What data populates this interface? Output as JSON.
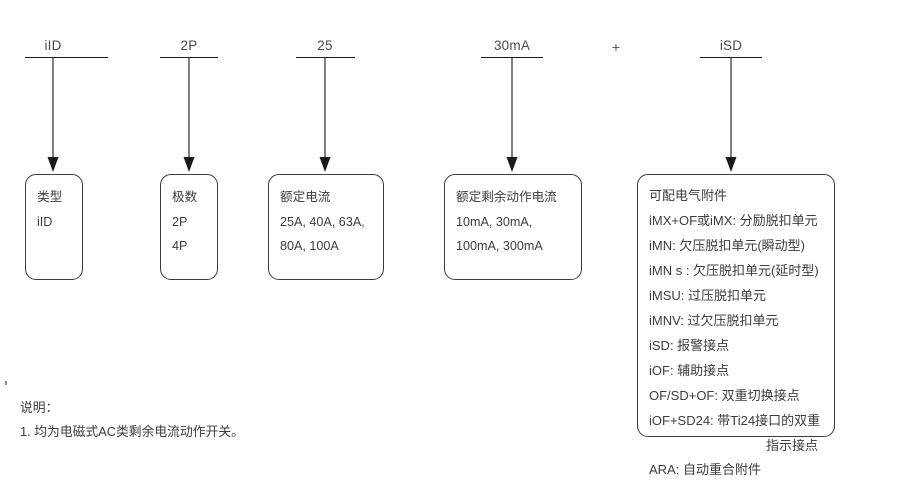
{
  "diagram": {
    "title_segments": [
      {
        "id": "type",
        "label": "iID"
      },
      {
        "id": "poles",
        "label": "2P"
      },
      {
        "id": "current",
        "label": "25"
      },
      {
        "id": "residual",
        "label": "30mA"
      },
      {
        "id": "accessory",
        "label": "iSD"
      }
    ],
    "separator": "+",
    "boxes": [
      {
        "id": "type",
        "heading": "类型",
        "lines": [
          "iID"
        ]
      },
      {
        "id": "poles",
        "heading": "极数",
        "lines": [
          "2P",
          "4P"
        ]
      },
      {
        "id": "rated-current",
        "heading": "额定电流",
        "lines": [
          "25A, 40A, 63A,",
          "80A, 100A"
        ]
      },
      {
        "id": "rated-residual-current",
        "heading": "额定剩余动作电流",
        "lines": [
          "10mA, 30mA,",
          "100mA, 300mA"
        ]
      },
      {
        "id": "electrical-accessories",
        "heading": "可配电气附件",
        "lines": [
          "iMX+OF或iMX: 分励脱扣单元",
          "iMN: 欠压脱扣单元(瞬动型)",
          "iMN s : 欠压脱扣单元(延时型)",
          "iMSU: 过压脱扣单元",
          "iMNV: 过欠压脱扣单元",
          "iSD: 报警接点",
          "iOF: 辅助接点",
          "OF/SD+OF: 双重切换接点",
          "iOF+SD24: 带Ti24接口的双重",
          "指示接点",
          "ARA: 自动重合附件"
        ],
        "right_aligned_line_indexes": [
          9
        ]
      }
    ],
    "notes": {
      "title": "说明：",
      "items": [
        "1. 均为电磁式AC类剩余电流动作开关。"
      ]
    },
    "colors": {
      "stroke": "#3b3b3b",
      "arrow": "#1a1a1a",
      "text": "#3c3c3c",
      "background": "#ffffff"
    }
  }
}
